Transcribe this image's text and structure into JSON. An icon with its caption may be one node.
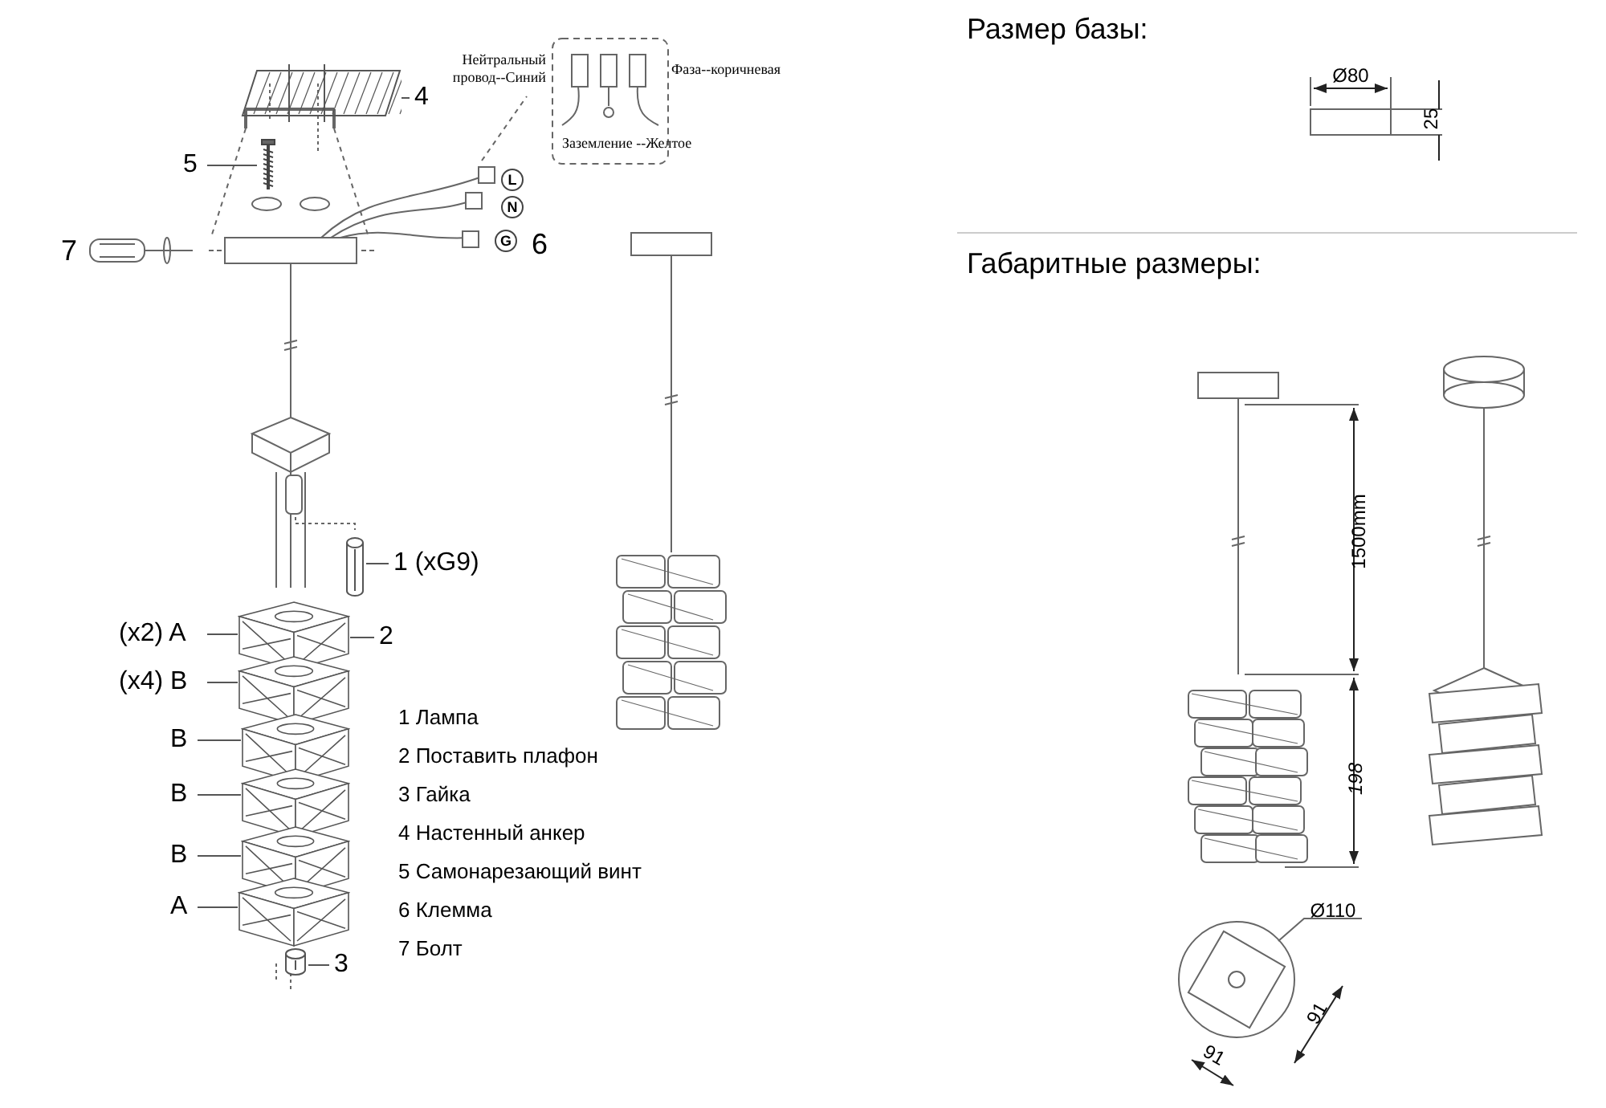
{
  "diagram": {
    "nodes": [
      {
        "text": [
          "4"
        ]
      },
      {
        "text": [],
        "shape": "picture"
      },
      {
        "text": [
          "5"
        ]
      },
      {
        "text": [],
        "shape": "picture"
      },
      {
        "text": [
          "1 (xG9)"
        ]
      },
      {
        "text": [],
        "shape": "cylinder"
      },
      {
        "text": [
          "2"
        ]
      },
      {
        "text": [],
        "shape": "picture"
      },
      {
        "text": [
          "(x2) A"
        ]
      },
      {
        "text": [
          "(x4) B"
        ]
      },
      {
        "text": [],
        "shape": "picture"
      },
      {
        "text": [
          "B"
        ]
      },
      {
        "text": [],
        "shape": "picture"
      },
      {
        "text": [
          "B"
        ]
      },
      {
        "text": [],
        "shape": "picture"
      },
      {
        "text": [
          "B"
        ]
      },
      {
        "text": [],
        "shape": "picture"
      },
      {
        "text": [
          "A"
        ]
      },
      {
        "text": [],
        "shape": "picture"
      },
      {
        "text": [
          "3"
        ]
      },
      {
        "text": [],
        "shape": "cylinder"
      },
      {
        "text": [
          "Нейтральный провод--Синий",
          "Фаза--коричневая",
          "Заземление --Желтое"
        ]
      }
    ],
    "edges": [
      {
        "from": 0,
        "to": 1,
        "arrow": "none"
      },
      {
        "from": 2,
        "to": 3,
        "arrow": "none"
      },
      {
        "from": 4,
        "to": 5,
        "arrow": "none"
      },
      {
        "from": 6,
        "to": 7,
        "arrow": "none"
      },
      {
        "from": 8,
        "to": 7,
        "arrow": "none"
      },
      {
        "from": 9,
        "to": 10,
        "arrow": "none"
      },
      {
        "from": 11,
        "to": 12,
        "arrow": "none"
      },
      {
        "from": 13,
        "to": 14,
        "arrow": "none"
      },
      {
        "from": 15,
        "to": 16,
        "arrow": "none"
      },
      {
        "from": 17,
        "to": 18,
        "arrow": "none"
      },
      {
        "from": 19,
        "to": 20,
        "arrow": "none"
      }
    ],
    "labels": [
      "7",
      "6",
      "L",
      "N",
      "G",
      "1 Лампа",
      "2 Поставить плафон",
      "3 Гайка",
      "4 Настенный анкер",
      "5 Самонарезающий винт",
      "6 Клемма",
      "7 Болт",
      "Размер базы:",
      "Ø80",
      "25",
      "Габаритные размеры:",
      "1500mm",
      "198",
      "Ø110",
      "91",
      "91"
    ]
  }
}
